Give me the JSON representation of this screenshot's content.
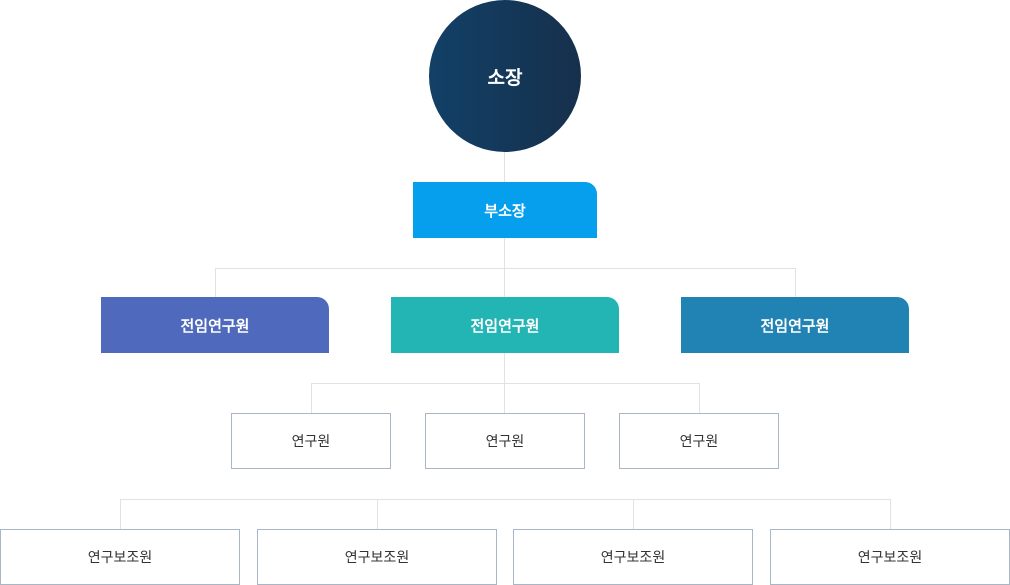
{
  "director": {
    "label": "소장",
    "color_from": "#124067",
    "color_to": "#16304c"
  },
  "deputy": {
    "label": "부소장",
    "color": "#069fed"
  },
  "senior_researchers": [
    {
      "label": "전임연구원",
      "color": "#4f69bd"
    },
    {
      "label": "전임연구원",
      "color": "#23b5b3"
    },
    {
      "label": "전임연구원",
      "color": "#2183b4"
    }
  ],
  "researchers": [
    {
      "label": "연구원"
    },
    {
      "label": "연구원"
    },
    {
      "label": "연구원"
    }
  ],
  "research_assistants": [
    {
      "label": "연구보조원"
    },
    {
      "label": "연구보조원"
    },
    {
      "label": "연구보조원"
    },
    {
      "label": "연구보조원"
    }
  ],
  "connector_color": "#dfe3e8",
  "box_border_color": "#a9b6c5"
}
